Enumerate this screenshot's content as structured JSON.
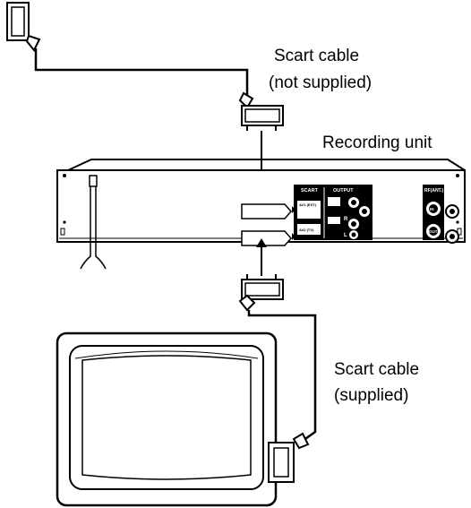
{
  "labels": {
    "scart_not_supplied_line1": "Scart cable",
    "scart_not_supplied_line2": "(not supplied)",
    "recording_unit": "Recording unit",
    "scart_supplied_line1": "Scart cable",
    "scart_supplied_line2": "(supplied)"
  },
  "back_panel": {
    "scart_header": "SCART",
    "output_header": "OUTPUT",
    "rf_header": "RF(ANT.)",
    "av1_label": "AV1 (EXT)",
    "av2_label": "AV2 (TV)",
    "rf_in": "IN",
    "rf_out": "OUT",
    "audio_r": "R",
    "audio_l": "L"
  },
  "colors": {
    "line": "#000000",
    "panel": "#000000",
    "background": "#ffffff"
  }
}
